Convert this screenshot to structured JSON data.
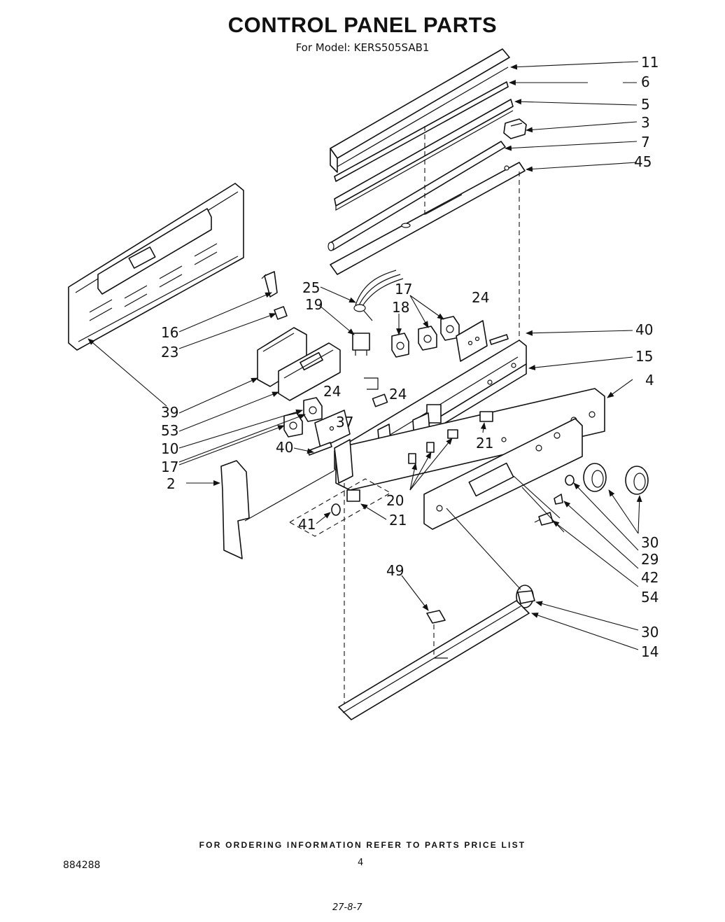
{
  "title": "CONTROL PANEL PARTS",
  "subtitle": "For Model: KERS505SAB1",
  "footer": "FOR ORDERING INFORMATION REFER TO PARTS PRICE LIST",
  "doc_number": "884288",
  "page_number": "4",
  "date_code": "27-8-7",
  "callouts": {
    "c11": "11",
    "c6": "6",
    "c5": "5",
    "c3": "3",
    "c7": "7",
    "c45": "45",
    "c25": "25",
    "c19": "19",
    "c17a": "17",
    "c18": "18",
    "c24a": "24",
    "c40a": "40",
    "c15": "15",
    "c4": "4",
    "c16": "16",
    "c23": "23",
    "c39": "39",
    "c53": "53",
    "c10": "10",
    "c17b": "17",
    "c2": "2",
    "c24b": "24",
    "c24c": "24",
    "c37": "37",
    "c40b": "40",
    "c21a": "21",
    "c20": "20",
    "c41": "41",
    "c21b": "21",
    "c30a": "30",
    "c29": "29",
    "c42": "42",
    "c54": "54",
    "c49": "49",
    "c30b": "30",
    "c14": "14"
  }
}
